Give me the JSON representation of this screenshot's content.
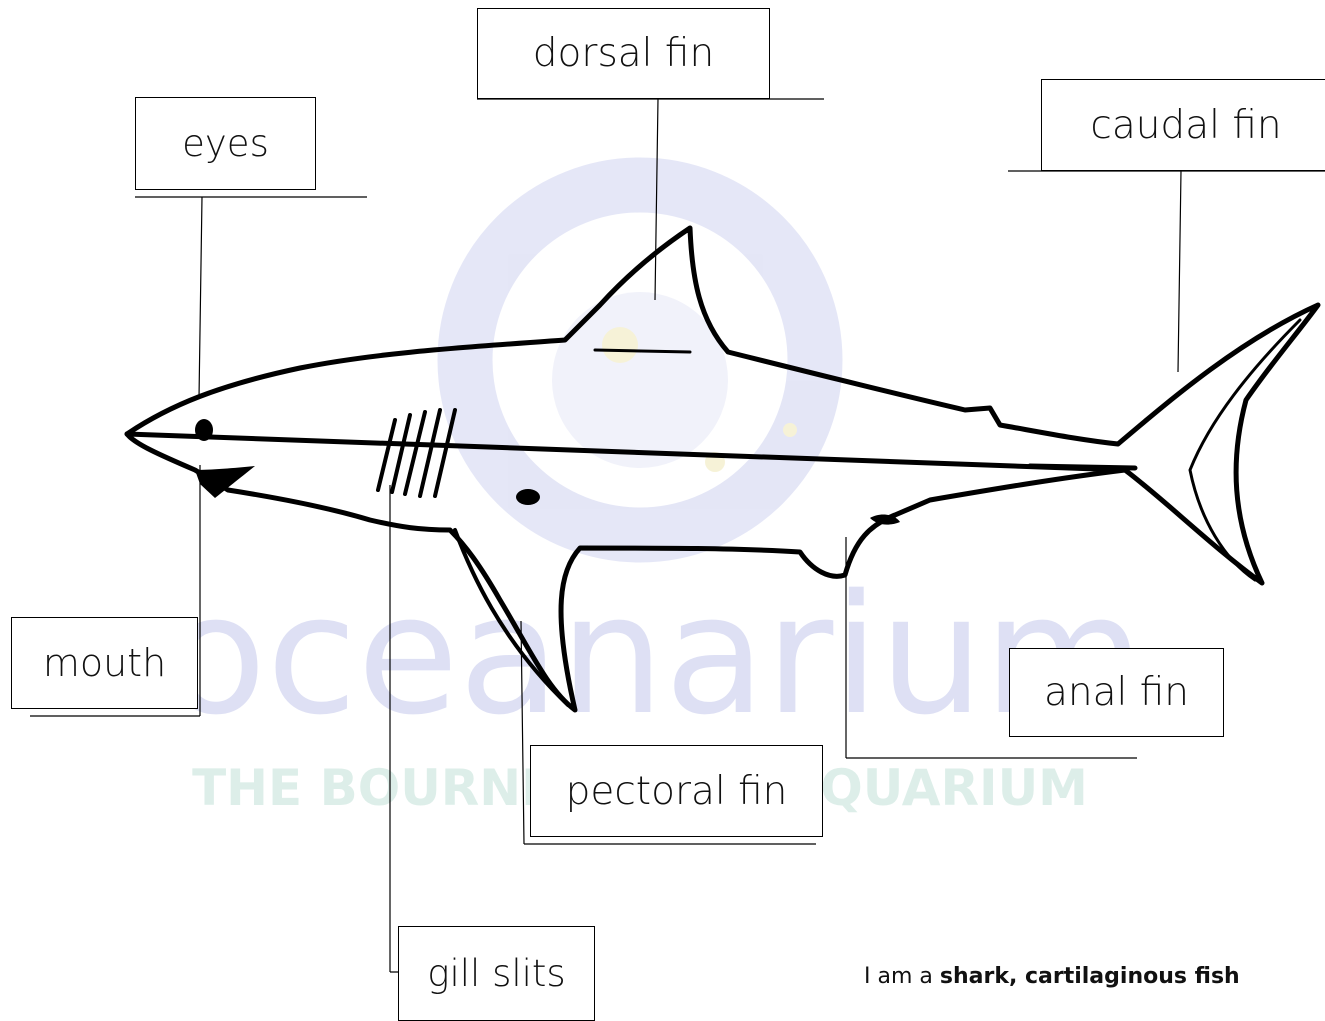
{
  "labels": {
    "dorsal_fin": "dorsal fin",
    "eyes": "eyes",
    "caudal_fin": "caudal fin",
    "mouth": "mouth",
    "anal_fin": "anal fin",
    "pectoral_fin": "pectoral fin",
    "gill_slits": "gill slits"
  },
  "watermark": {
    "main": "oceanarium",
    "sub": "THE BOURNEMOUTH AQUARIUM",
    "color": "#c9cdee"
  },
  "caption": {
    "prefix": "I am a ",
    "bold": "shark, cartilaginous fish"
  }
}
